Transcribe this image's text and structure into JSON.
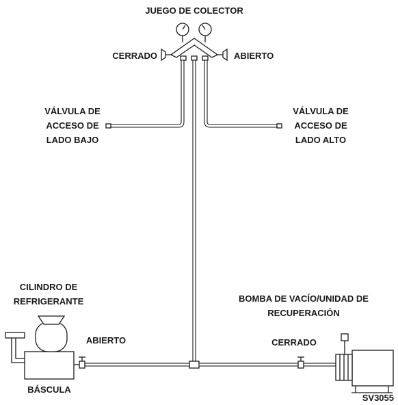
{
  "labels": {
    "manifold_title": "JUEGO DE COLECTOR",
    "left_valve_state": "CERRADO",
    "right_valve_state": "ABIERTO",
    "low_side_line1": "VÁLVULA DE",
    "low_side_line2": "ACCESO DE",
    "low_side_line3": "LADO BAJO",
    "high_side_line1": "VÁLVULA DE",
    "high_side_line2": "ACCESO DE",
    "high_side_line3": "LADO ALTO",
    "cylinder_line1": "CILINDRO DE",
    "cylinder_line2": "REFRIGERANTE",
    "cylinder_valve_state": "ABIERTO",
    "scale": "BÁSCULA",
    "pump_line1": "BOMBA DE VACÍO/UNIDAD DE",
    "pump_line2": "RECUPERACIÓN",
    "pump_valve_state": "CERRADO",
    "figure_code": "SV3055"
  }
}
